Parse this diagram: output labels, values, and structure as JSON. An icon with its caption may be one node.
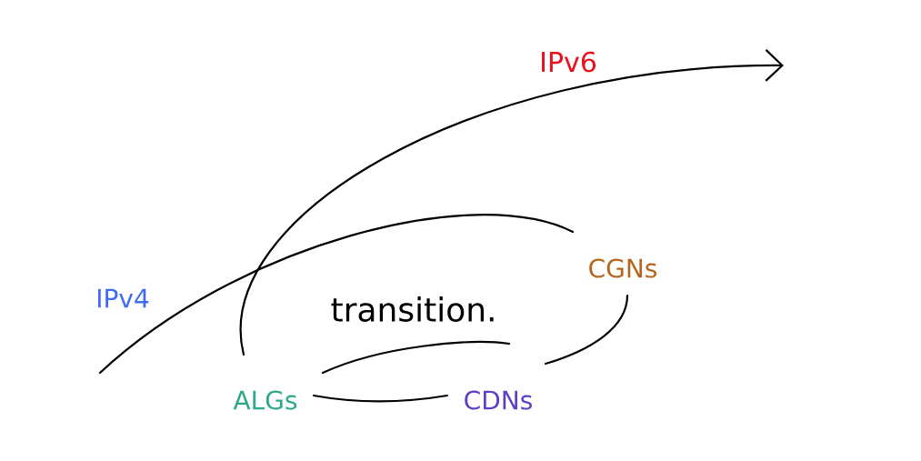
{
  "diagram": {
    "labels": [
      "IPv6",
      "CGNs",
      "IPv4",
      "transition.",
      "CDNs",
      "ALGs"
    ]
  }
}
